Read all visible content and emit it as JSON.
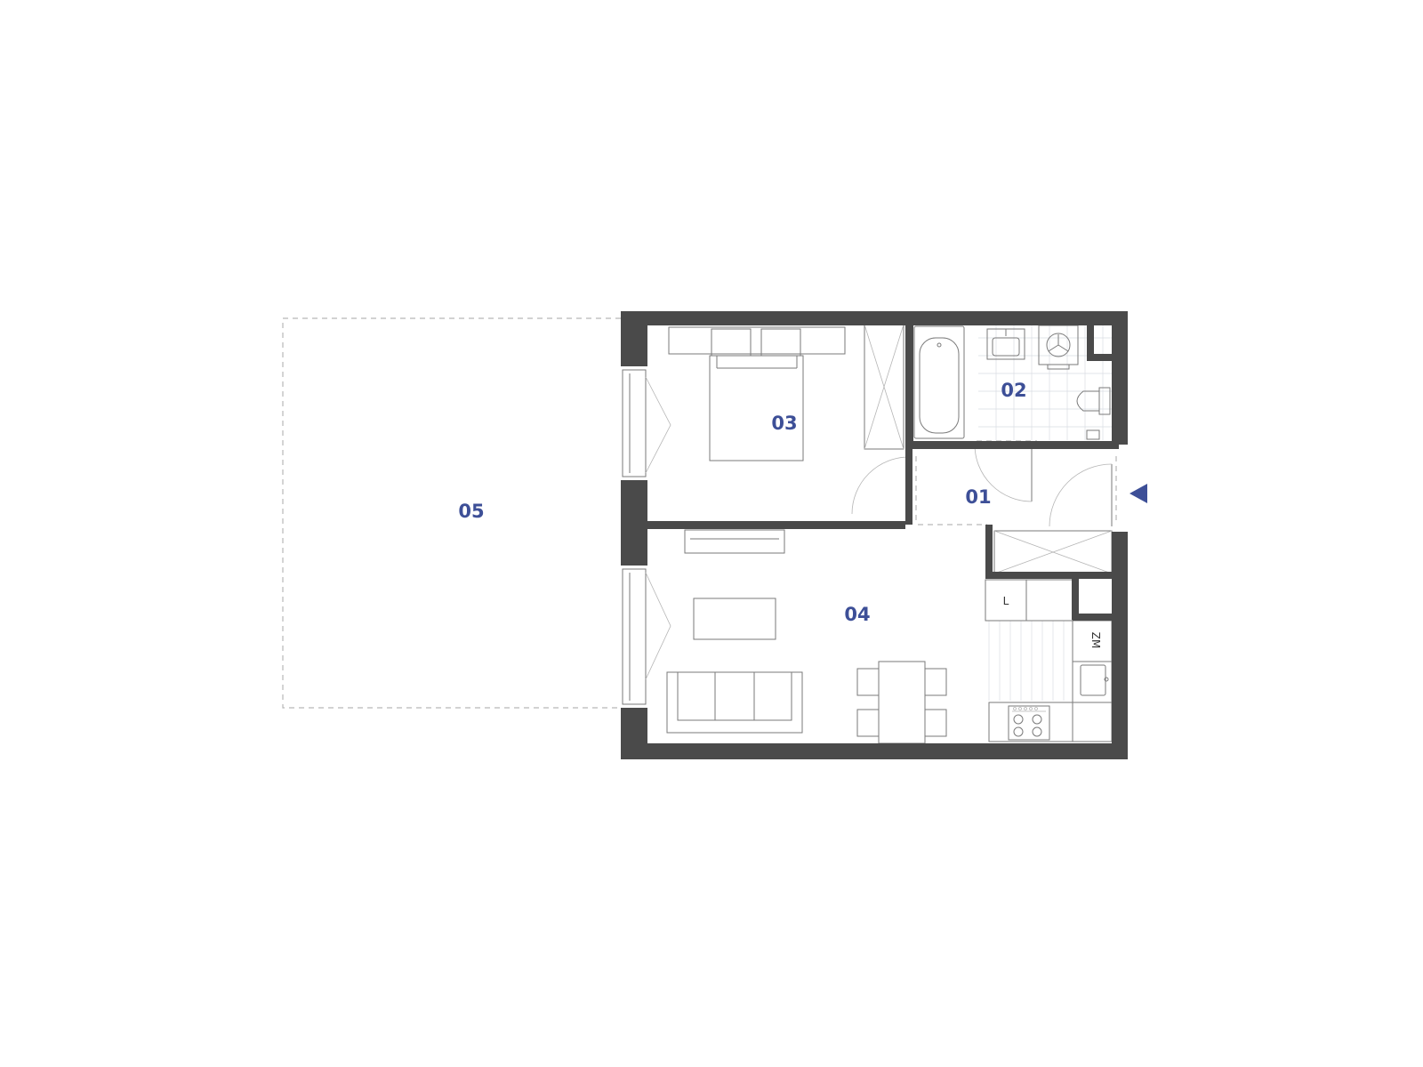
{
  "rooms": [
    {
      "id": "01",
      "label": "01"
    },
    {
      "id": "02",
      "label": "02"
    },
    {
      "id": "03",
      "label": "03"
    },
    {
      "id": "04",
      "label": "04"
    },
    {
      "id": "05",
      "label": "05"
    }
  ],
  "fixtures": {
    "cabinet_l": "L",
    "cabinet_zm": "ZM"
  },
  "colors": {
    "wall": "#4a4a4a",
    "label": "#3d4f97",
    "entrance_marker": "#3d4f97"
  },
  "icons": {
    "entrance": "entrance-arrow-icon"
  }
}
